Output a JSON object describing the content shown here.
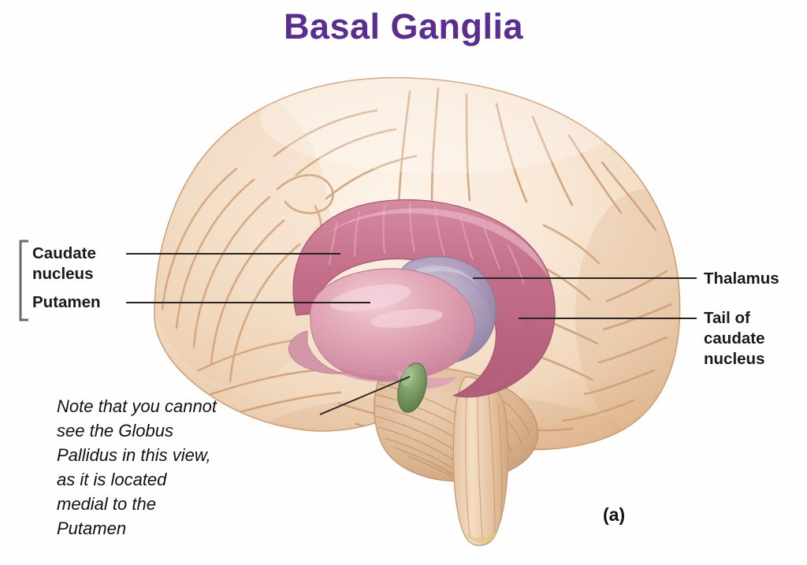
{
  "figure": {
    "title": "Basal Ganglia",
    "panel_letter": "(a)",
    "note": "Note that you cannot\nsee the Globus\nPallidus in this view,\nas it is located\nmedial to the\nPutamen",
    "view": "lateral view of brain showing basal ganglia"
  },
  "labels": {
    "caudate_nucleus": "Caudate\nnucleus",
    "putamen": "Putamen",
    "thalamus": "Thalamus",
    "tail_of_caudate_nucleus": "Tail of\ncaudate\nnucleus"
  },
  "colors": {
    "title": "#5b2d8e",
    "label_text": "#1a1a1a",
    "leader_line": "#2b2320",
    "bracket": "#6a6a6a",
    "background": "#ffffff",
    "cortex_light": "#f7e6d4",
    "cortex_mid": "#eccfb2",
    "cortex_shadow": "#d8ab86",
    "sulcus_line": "#c89a72",
    "caudate_body": "#c4708a",
    "caudate_tail": "#d290a4",
    "putamen": "#dfa3b2",
    "putamen_light": "#eec2cd",
    "thalamus": "#a294b5",
    "amygdala": "#6f8f5e",
    "brainstem": "#e8c8ac",
    "cerebellum": "#dfb896"
  },
  "structures": [
    {
      "name": "caudate nucleus",
      "color": "#c4708a"
    },
    {
      "name": "putamen",
      "color": "#dfa3b2"
    },
    {
      "name": "thalamus",
      "color": "#a294b5"
    },
    {
      "name": "tail of caudate nucleus",
      "color": "#d290a4"
    },
    {
      "name": "amygdala",
      "color": "#6f8f5e"
    },
    {
      "name": "cerebral cortex",
      "color": "#f7e6d4"
    },
    {
      "name": "cerebellum",
      "color": "#dfb896"
    },
    {
      "name": "brainstem",
      "color": "#e8c8ac"
    }
  ]
}
